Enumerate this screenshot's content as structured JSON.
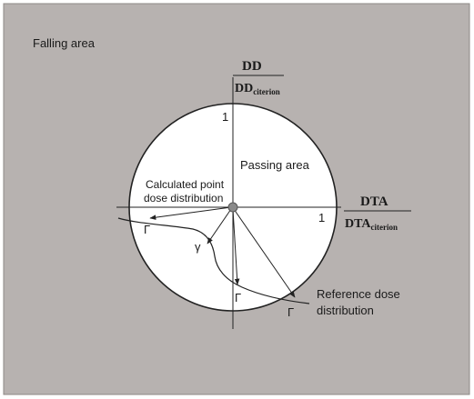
{
  "labels": {
    "falling_area": "Falling area",
    "passing_area": "Passing area",
    "calc_line1": "Calculated point",
    "calc_line2": "dose distribution",
    "ref_line1": "Reference dose",
    "ref_line2": "distribution",
    "dd_num": "DD",
    "dd_den_main": "DD",
    "dd_den_sub": "citerion",
    "dta_num": "DTA",
    "dta_den_main": "DTA",
    "dta_den_sub": "citerion",
    "tick_y": "1",
    "tick_x": "1",
    "gamma_lower": "γ",
    "Gamma_1": "Γ",
    "Gamma_2": "Γ",
    "Gamma_3": "Γ"
  },
  "colors": {
    "frame_background": "#b7b2b0",
    "circle_fill": "#ffffff",
    "stroke": "#222222",
    "point_fill": "#8a8a8a",
    "text": "#1a1a1a"
  }
}
